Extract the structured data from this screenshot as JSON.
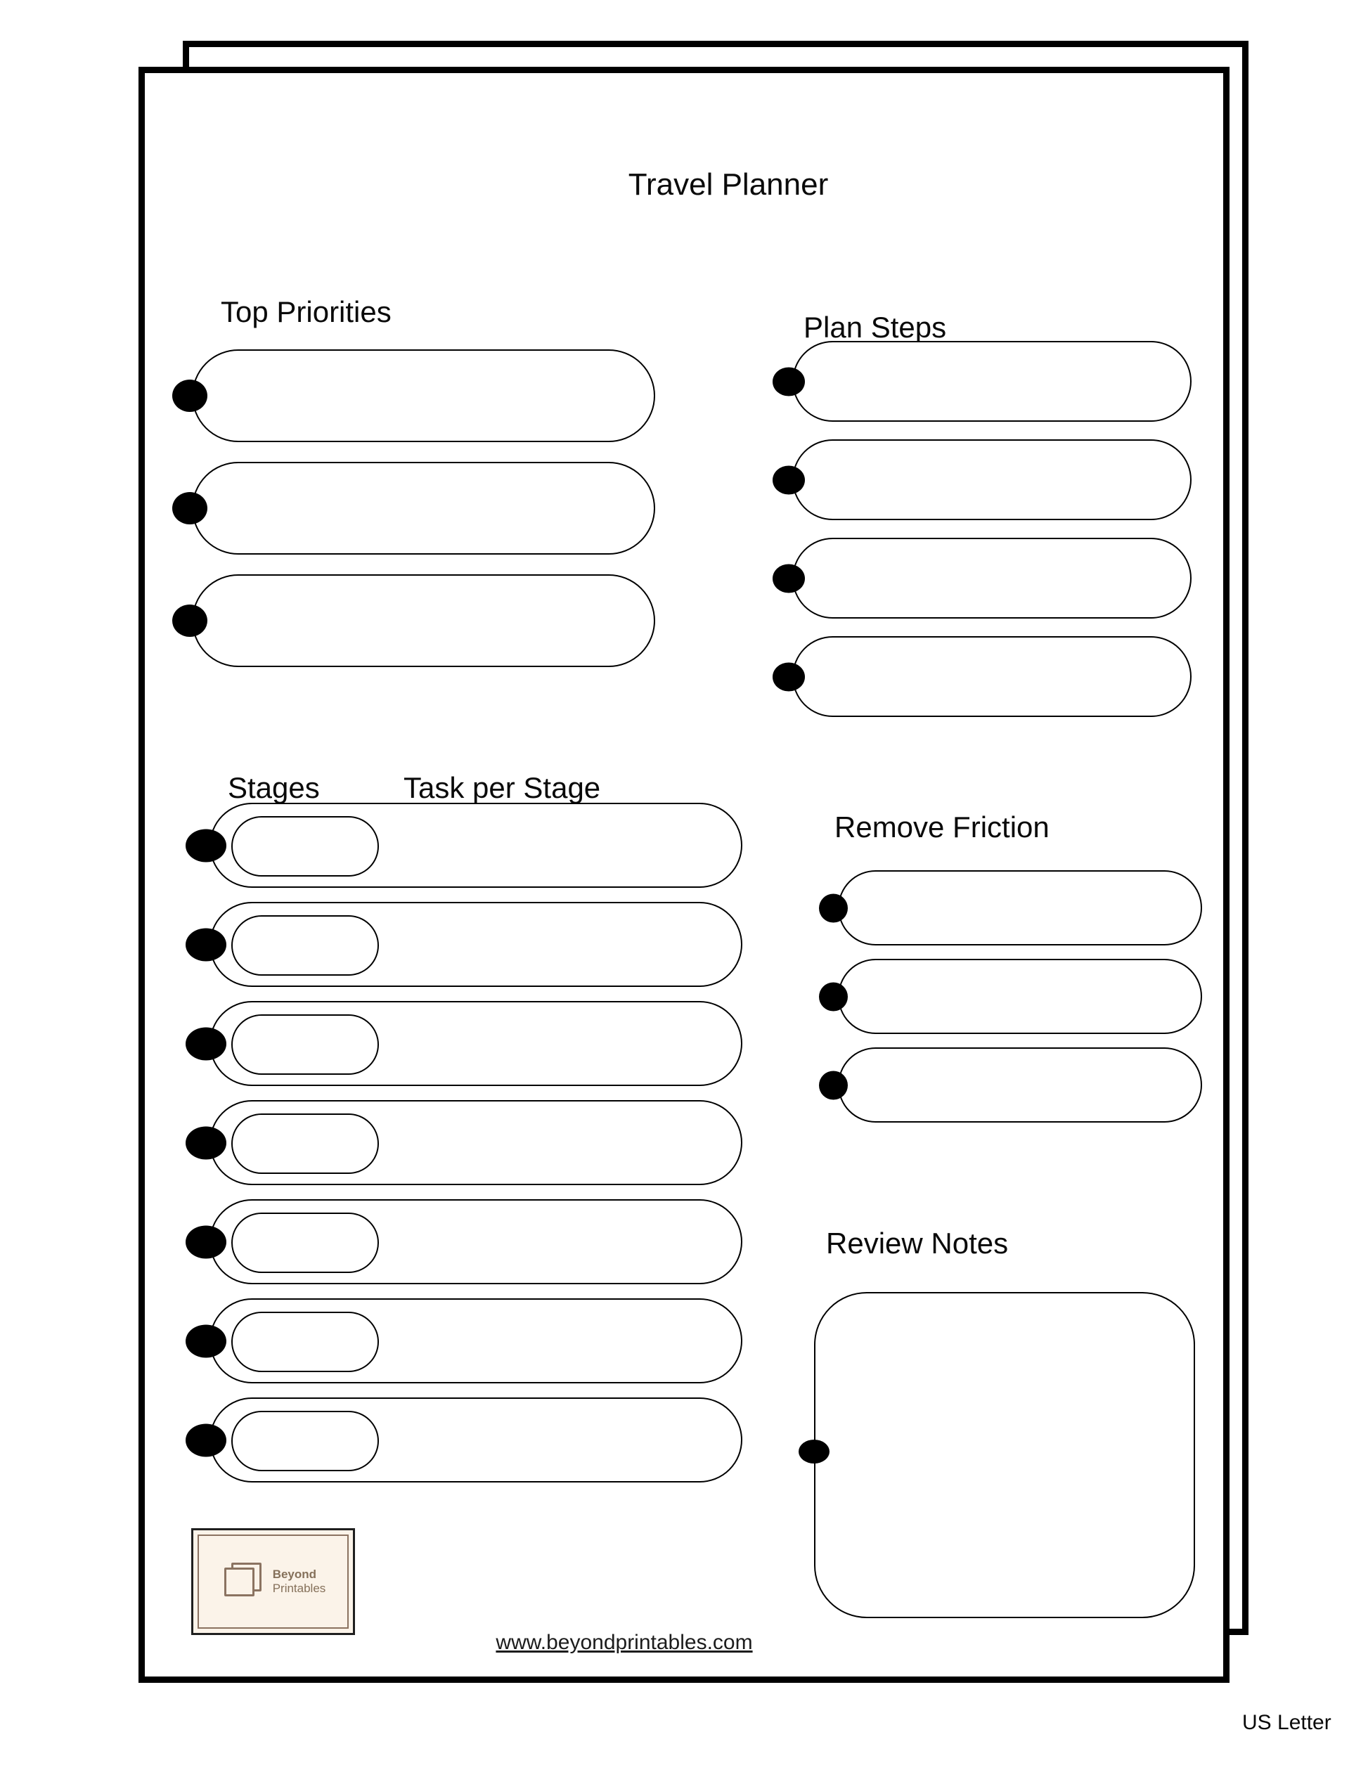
{
  "page": {
    "title": "Travel Planner",
    "size_label": "US Letter"
  },
  "sections": {
    "top_priorities": {
      "label": "Top Priorities",
      "row_count": 3
    },
    "plan_steps": {
      "label": "Plan Steps",
      "row_count": 4
    },
    "stages": {
      "label": "Stages",
      "task_label": "Task per Stage",
      "row_count": 7
    },
    "remove_friction": {
      "label": "Remove Friction",
      "row_count": 3
    },
    "review_notes": {
      "label": "Review Notes"
    }
  },
  "footer": {
    "logo": {
      "name_line1": "Beyond",
      "name_line2": "Printables"
    },
    "url": "www.beyondprintables.com"
  },
  "colors": {
    "ink": "#000000",
    "brand_brown": "#8b7361",
    "logo_cream": "#fbf3e9"
  }
}
